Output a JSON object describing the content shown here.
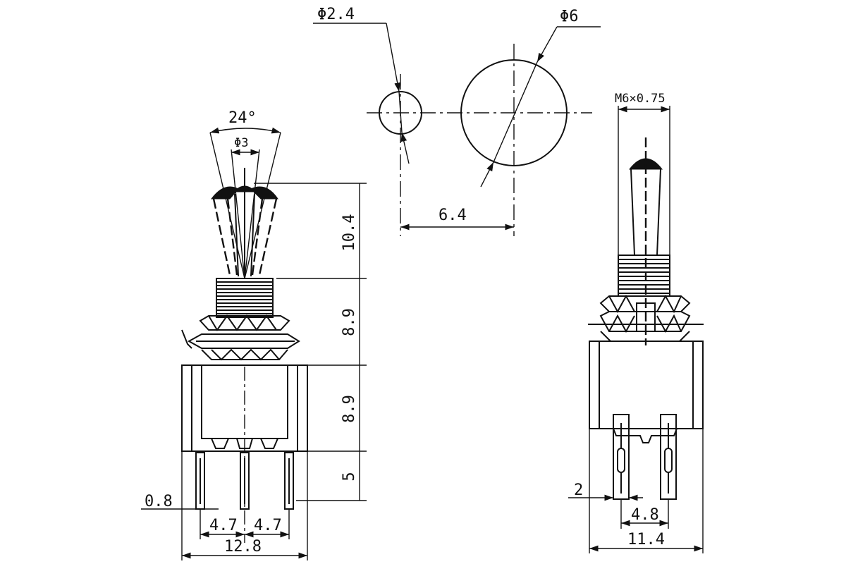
{
  "dimensions": {
    "angle": "24°",
    "lever_dia": "Φ3",
    "hole_small": "Φ2.4",
    "hole_large": "Φ6",
    "hole_spacing": "6.4",
    "thread": "M6×0.75",
    "lever_height": "10.4",
    "bushing_height": "8.9",
    "body_height": "8.9",
    "terminal_length": "5",
    "terminal_thickness": "0.8",
    "pitch_left": "4.7",
    "pitch_right": "4.7",
    "body_width": "12.8",
    "terminal_width": "2",
    "terminal_pitch": "4.8",
    "side_width": "11.4"
  }
}
